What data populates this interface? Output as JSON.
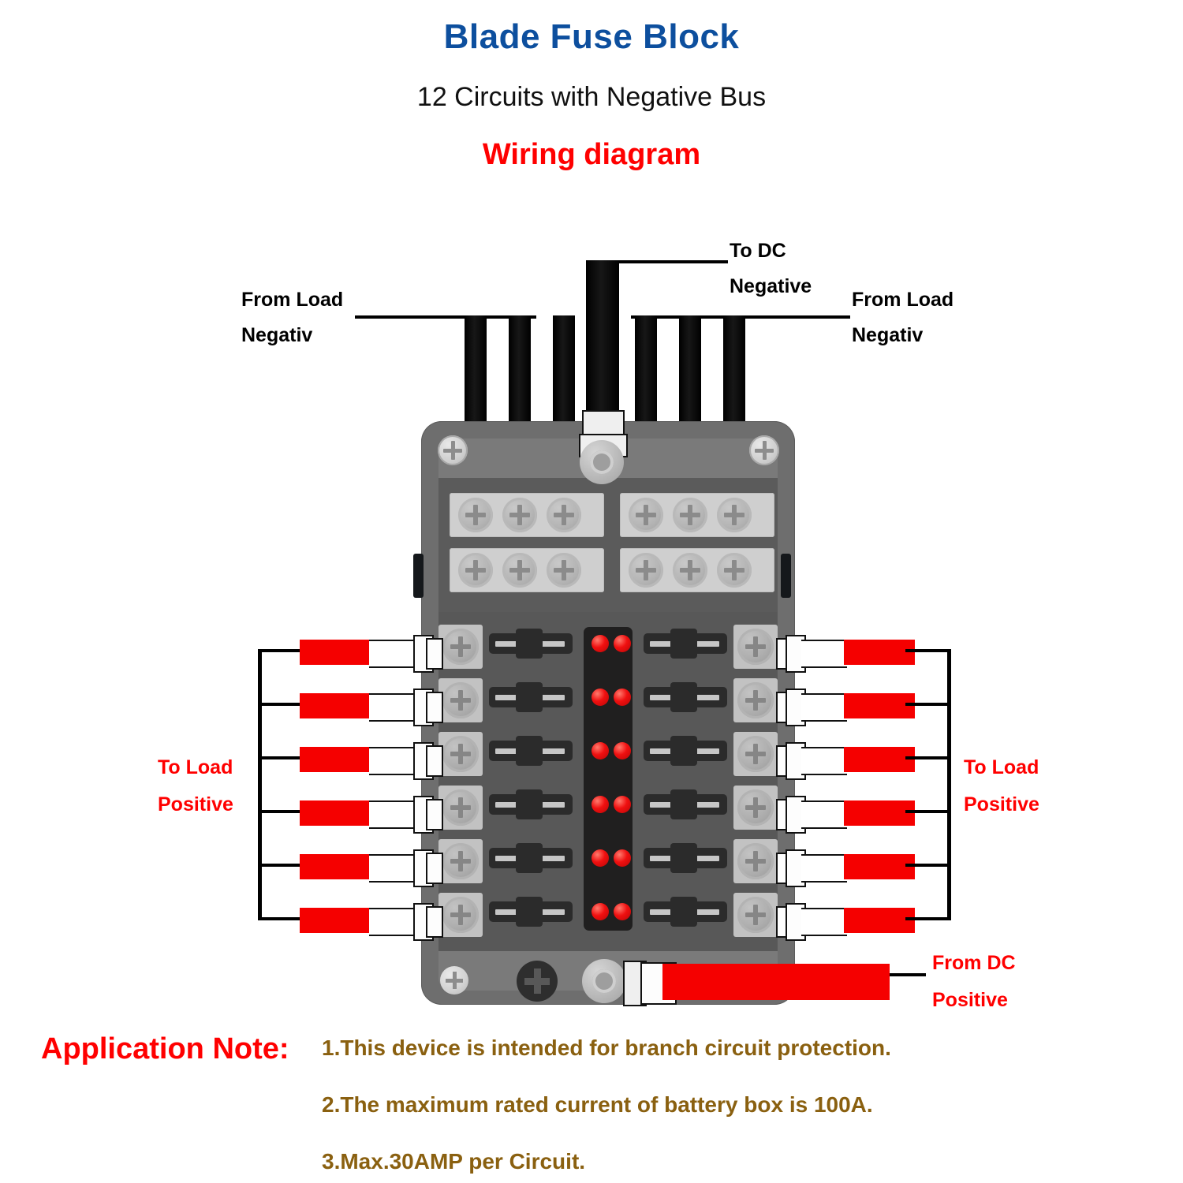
{
  "header": {
    "title": "Blade Fuse Block",
    "subtitle": "12 Circuits with Negative Bus",
    "diagram_label": "Wiring diagram",
    "title_color": "#0d4f9e",
    "subtitle_color": "#111111",
    "diagram_label_color": "#ff0000"
  },
  "labels": {
    "top_left": {
      "line1": "From Load",
      "line2": "Negativ",
      "color": "#000000"
    },
    "top_center": {
      "line1": "To DC",
      "line2": "Negative",
      "color": "#000000"
    },
    "top_right": {
      "line1": "From Load",
      "line2": "Negativ",
      "color": "#000000"
    },
    "left_side": {
      "line1": "To Load",
      "line2": "Positive",
      "color": "#ff0000"
    },
    "right_side": {
      "line1": "To Load",
      "line2": "Positive",
      "color": "#ff0000"
    },
    "bottom_right": {
      "line1": "From DC",
      "line2": "Positive",
      "color": "#ff0000"
    }
  },
  "device": {
    "name": "blade-fuse-block",
    "circuits": 12,
    "fuse_rows": 6,
    "negative_bus_screws_per_group": 3,
    "negative_bus_groups": 4,
    "led_pairs_per_row": 2,
    "housing_color": "#6e6e6e",
    "face_color": "#5b5b5b",
    "led_color": "#f01010",
    "positive_wire_color": "#f50000",
    "negative_wire_color": "#000000"
  },
  "notes": {
    "heading": "Application Note:",
    "heading_color": "#ff0000",
    "item_color": "#8a6010",
    "items": [
      "1.This device is intended for branch circuit protection.",
      "2.The maximum rated current of battery box is 100A.",
      "3.Max.30AMP per Circuit."
    ]
  }
}
